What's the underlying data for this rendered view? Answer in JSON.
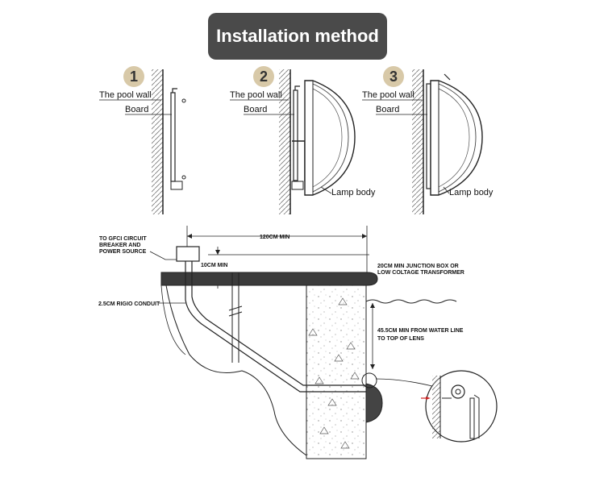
{
  "header": {
    "title": "Installation method"
  },
  "steps": [
    {
      "number": "1",
      "pool_wall": "The pool wall",
      "board": "Board"
    },
    {
      "number": "2",
      "pool_wall": "The pool wall",
      "board": "Board",
      "lamp": "Lamp body"
    },
    {
      "number": "3",
      "pool_wall": "The pool wall",
      "board": "Board",
      "lamp": "Lamp body"
    }
  ],
  "diagram": {
    "gfci": "TO GFCI CIRCUIT",
    "breaker": "BREAKER AND",
    "power": "POWER SOURCE",
    "distance_120": "120CM MIN",
    "distance_10": "10CM MIN",
    "junction_1": "20CM MIN JUNCTION BOX OR",
    "junction_2": "LOW COLTAGE TRANSFORMER",
    "conduit": "2.5CM RIGIO CONDUIT",
    "water_1": "45.5CM MIN FROM WATER LINE",
    "water_2": "TO TOP OF LENS"
  },
  "colors": {
    "title_bg": "#4a4a4a",
    "badge": "#d8c9a8",
    "slab": "#3b3b3b"
  }
}
